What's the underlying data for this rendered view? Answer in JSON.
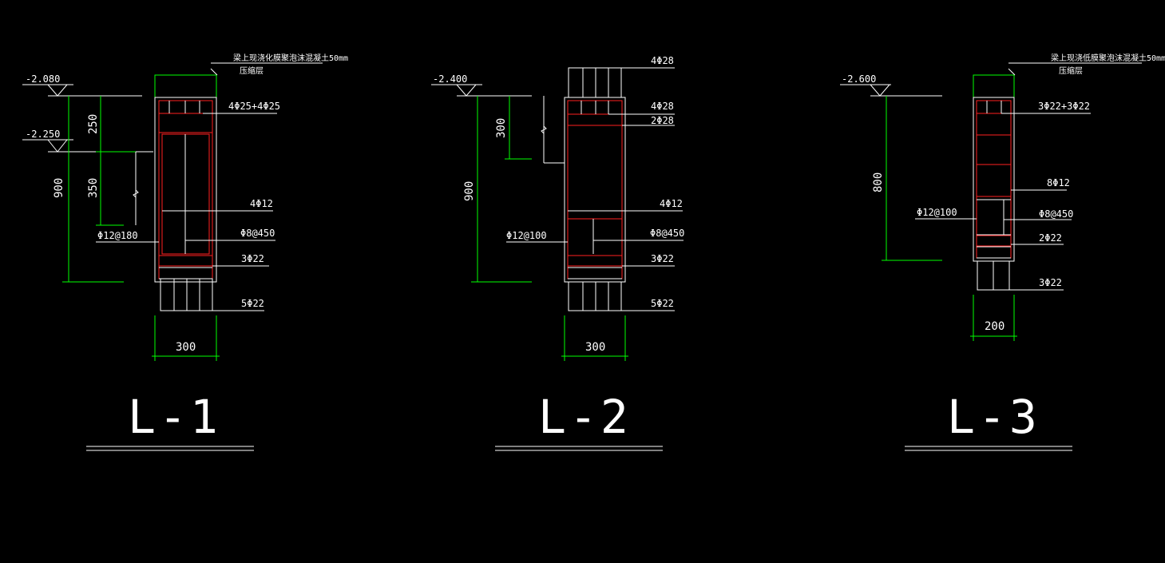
{
  "drawings": [
    {
      "title": "L-1",
      "elevations": [
        "-2.080",
        "-2.250"
      ],
      "note": [
        "梁上现浇化膜聚泡沫混凝土50mm",
        "压缩层"
      ],
      "labels": {
        "top_bars": "4Φ25+4Φ25",
        "side_bars": "4Φ12",
        "stirrup": "Φ12@180",
        "tie": "Φ8@450",
        "bottom_bars": "3Φ22",
        "pile_bars": "5Φ22"
      },
      "dims": {
        "a": "250",
        "b": "350",
        "height": "900",
        "width": "300"
      }
    },
    {
      "title": "L-2",
      "elevations": [
        "-2.400"
      ],
      "labels": {
        "top_ext": "4Φ28",
        "top_bars": "4Φ28",
        "top_bars2": "2Φ28",
        "side_bars": "4Φ12",
        "stirrup": "Φ12@100",
        "tie": "Φ8@450",
        "bottom_bars": "3Φ22",
        "pile_bars": "5Φ22"
      },
      "dims": {
        "a": "300",
        "height": "900",
        "width": "300"
      }
    },
    {
      "title": "L-3",
      "elevations": [
        "-2.600"
      ],
      "note": [
        "梁上现浇低膜聚泡沫混凝土50mm",
        "压缩层"
      ],
      "labels": {
        "top_bars": "3Φ22+3Φ22",
        "side_bars": "8Φ12",
        "stirrup": "Φ12@100",
        "tie": "Φ8@450",
        "bottom_bars": "2Φ22",
        "pile_bars": "3Φ22"
      },
      "dims": {
        "height": "800",
        "width": "200"
      }
    }
  ],
  "colors": {
    "background": "#000000",
    "line": "#ffffff",
    "dimension": "#00ff00",
    "rebar": "#ff2020"
  }
}
